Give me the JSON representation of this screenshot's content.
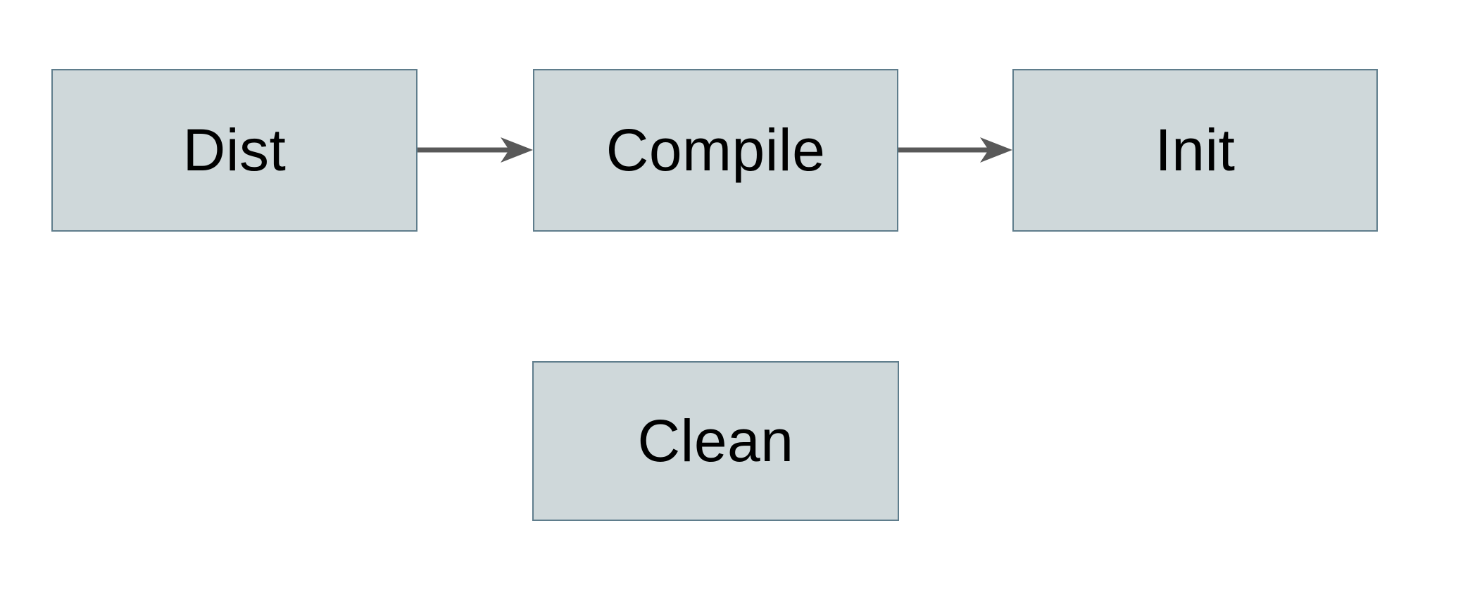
{
  "diagram": {
    "type": "flowchart",
    "colors": {
      "background": "#ffffff",
      "node_fill": "#cfd8da",
      "node_border": "#5f7d8c",
      "arrow": "#595959",
      "text": "#000000"
    },
    "nodes": [
      {
        "id": "dist",
        "label": "Dist"
      },
      {
        "id": "compile",
        "label": "Compile"
      },
      {
        "id": "init",
        "label": "Init"
      },
      {
        "id": "clean",
        "label": "Clean"
      }
    ],
    "edges": [
      {
        "from": "dist",
        "to": "compile",
        "style": "arrow-right"
      },
      {
        "from": "compile",
        "to": "init",
        "style": "arrow-right"
      }
    ]
  }
}
